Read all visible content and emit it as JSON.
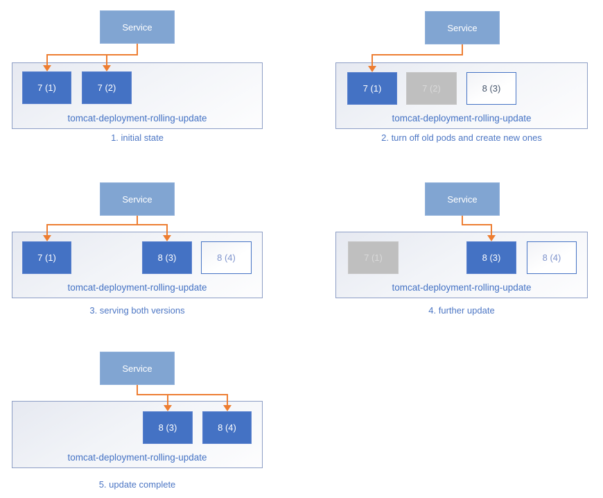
{
  "colors": {
    "accent_blue": "#4472C4",
    "service_fill": "#81A5D2",
    "pod_running_fill": "#4472C4",
    "pod_stopped_fill": "#BFBFBF",
    "pod_stopped_text": "#D9D9D9",
    "pod_new_border": "#4472C4",
    "pod_new_text": "#44546A",
    "pod_pending_text": "#7E93CC",
    "arrow_orange": "#ED7D31",
    "container_border": "#8C9DC5",
    "label_text": "#4472C4"
  },
  "panels": [
    {
      "id": "1",
      "service_label": "Service",
      "deployment_label": "tomcat-deployment-rolling-update",
      "caption": "1. initial state",
      "pods": [
        {
          "label": "7 (1)",
          "state": "running",
          "receives_traffic": true
        },
        {
          "label": "7 (2)",
          "state": "running",
          "receives_traffic": true
        }
      ]
    },
    {
      "id": "2",
      "service_label": "Service",
      "deployment_label": "tomcat-deployment-rolling-update",
      "caption": "2. turn off old pods and create new ones",
      "pods": [
        {
          "label": "7 (1)",
          "state": "running",
          "receives_traffic": true
        },
        {
          "label": "7 (2)",
          "state": "stopped",
          "receives_traffic": false
        },
        {
          "label": "8 (3)",
          "state": "new",
          "receives_traffic": false
        }
      ]
    },
    {
      "id": "3",
      "service_label": "Service",
      "deployment_label": "tomcat-deployment-rolling-update",
      "caption": "3. serving both versions",
      "pods": [
        {
          "label": "7 (1)",
          "state": "running",
          "receives_traffic": true
        },
        {
          "label": "8 (3)",
          "state": "running",
          "receives_traffic": true
        },
        {
          "label": "8 (4)",
          "state": "pending",
          "receives_traffic": false
        }
      ]
    },
    {
      "id": "4",
      "service_label": "Service",
      "deployment_label": "tomcat-deployment-rolling-update",
      "caption": "4. further update",
      "pods": [
        {
          "label": "7 (1)",
          "state": "stopped",
          "receives_traffic": false
        },
        {
          "label": "8 (3)",
          "state": "running",
          "receives_traffic": true
        },
        {
          "label": "8 (4)",
          "state": "pending",
          "receives_traffic": false
        }
      ]
    },
    {
      "id": "5",
      "service_label": "Service",
      "deployment_label": "tomcat-deployment-rolling-update",
      "caption": "5. update complete",
      "pods": [
        {
          "label": "8 (3)",
          "state": "running",
          "receives_traffic": true
        },
        {
          "label": "8 (4)",
          "state": "running",
          "receives_traffic": true
        }
      ]
    }
  ]
}
